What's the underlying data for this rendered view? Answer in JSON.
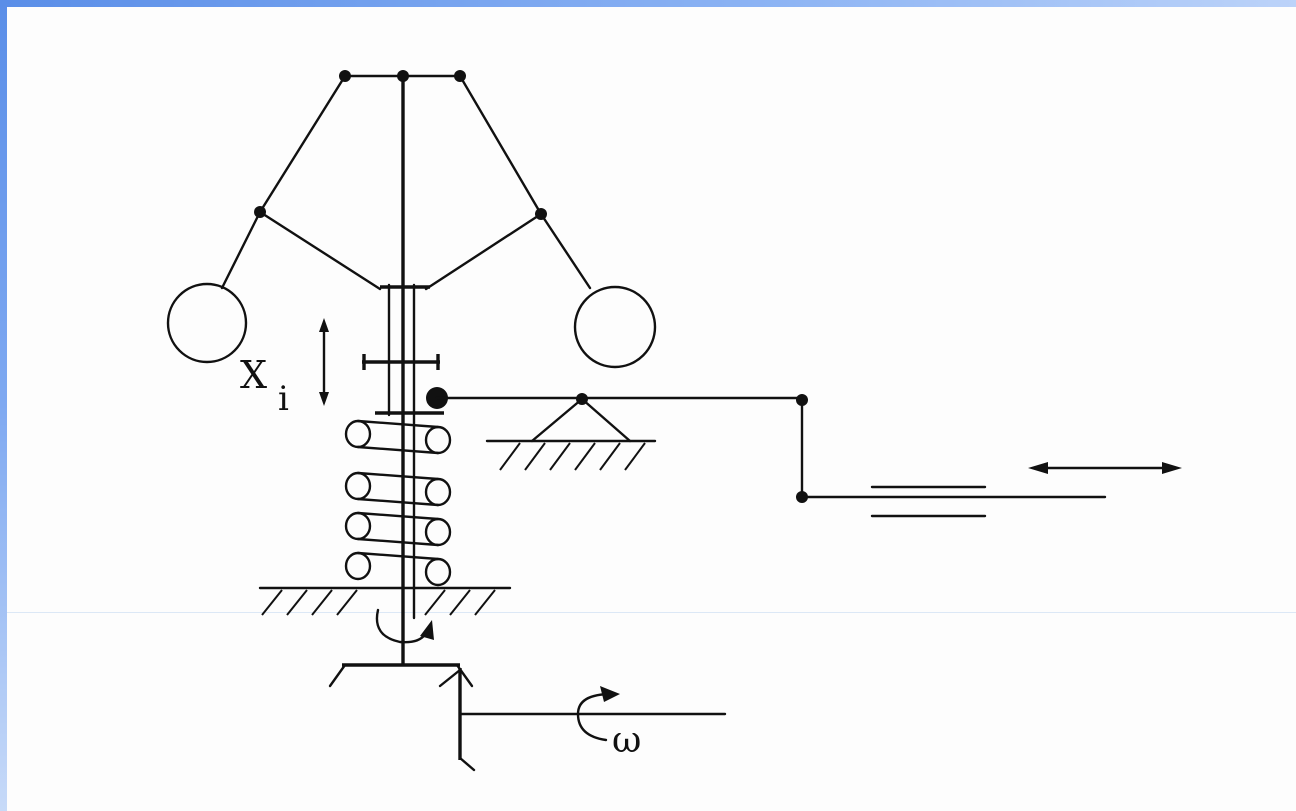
{
  "diagram": {
    "labels": {
      "displacement": "X",
      "displacement_subscript": "i",
      "angular_velocity": "ω"
    },
    "colors": {
      "frame_blue": "#5a8ee8",
      "ink": "#111111",
      "paper": "#fdfdfd"
    }
  }
}
